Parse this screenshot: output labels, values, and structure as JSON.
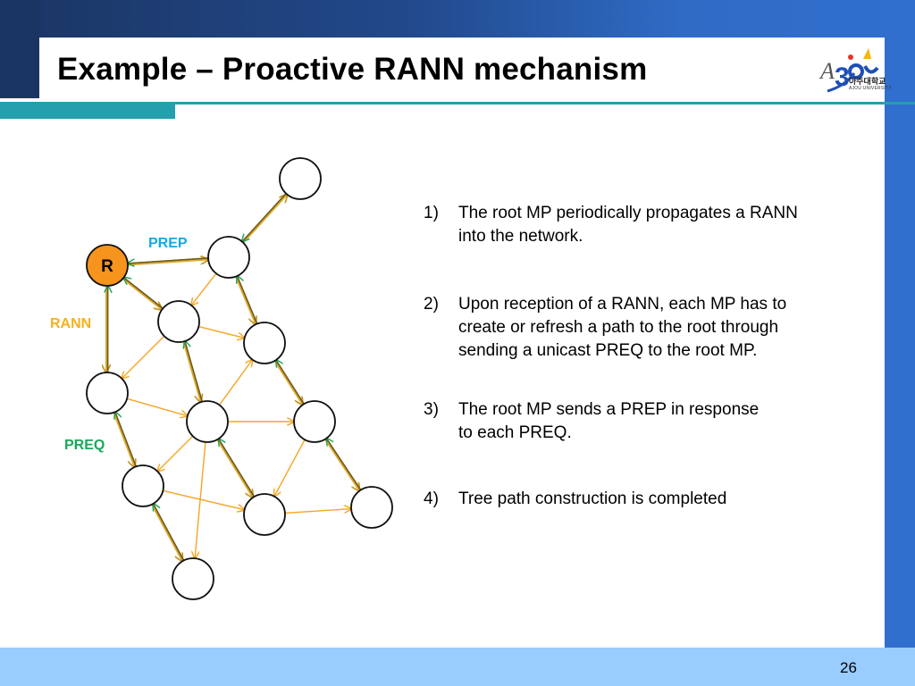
{
  "slide": {
    "title": "Example – Proactive RANN mechanism",
    "page_number": "26",
    "logo": {
      "name": "Ajou University logo",
      "korean_text": "아주대학교",
      "english_text": "AJOU UNIVERSITY"
    }
  },
  "colors": {
    "rann": "#f5a623",
    "preq": "#19a85a",
    "prep": "#1aa6e6",
    "root_fill": "#f7941d",
    "tree_link": "#8a6a10"
  },
  "diagram": {
    "labels": {
      "root": "R",
      "prep": "PREP",
      "rann": "RANN",
      "preq": "PREQ"
    },
    "nodes": [
      {
        "id": "N0",
        "root": false
      },
      {
        "id": "R",
        "root": true
      },
      {
        "id": "N1",
        "root": false
      },
      {
        "id": "N2",
        "root": false
      },
      {
        "id": "N3",
        "root": false
      },
      {
        "id": "N4",
        "root": false
      },
      {
        "id": "N5",
        "root": false
      },
      {
        "id": "N6",
        "root": false
      },
      {
        "id": "N7",
        "root": false
      },
      {
        "id": "N8",
        "root": false
      },
      {
        "id": "N9",
        "root": false
      },
      {
        "id": "N10",
        "root": false
      }
    ],
    "tree_links": [
      {
        "from": "R",
        "to": "N1"
      },
      {
        "from": "R",
        "to": "N2"
      },
      {
        "from": "R",
        "to": "N4"
      },
      {
        "from": "N1",
        "to": "N0"
      },
      {
        "from": "N1",
        "to": "N3"
      },
      {
        "from": "N2",
        "to": "N5"
      },
      {
        "from": "N3",
        "to": "N6"
      },
      {
        "from": "N4",
        "to": "N7"
      },
      {
        "from": "N5",
        "to": "N8"
      },
      {
        "from": "N6",
        "to": "N9"
      },
      {
        "from": "N7",
        "to": "N10"
      }
    ],
    "rann_only_links": [
      {
        "from": "N1",
        "to": "N2"
      },
      {
        "from": "N2",
        "to": "N4"
      },
      {
        "from": "N2",
        "to": "N3"
      },
      {
        "from": "N4",
        "to": "N5"
      },
      {
        "from": "N5",
        "to": "N3"
      },
      {
        "from": "N5",
        "to": "N6"
      },
      {
        "from": "N5",
        "to": "N7"
      },
      {
        "from": "N5",
        "to": "N10"
      },
      {
        "from": "N6",
        "to": "N8"
      },
      {
        "from": "N7",
        "to": "N8"
      },
      {
        "from": "N8",
        "to": "N9"
      }
    ]
  },
  "steps": [
    {
      "num": "1)",
      "text": "The root MP periodically propagates a RANN\ninto the network."
    },
    {
      "num": "2)",
      "text": "Upon reception of a RANN, each MP has to\ncreate or refresh a path to the root through\nsending a unicast PREQ to the root MP."
    },
    {
      "num": "3)",
      "text": "The root MP sends a PREP in response\nto each PREQ."
    },
    {
      "num": "4)",
      "text": "Tree path construction is completed"
    }
  ]
}
